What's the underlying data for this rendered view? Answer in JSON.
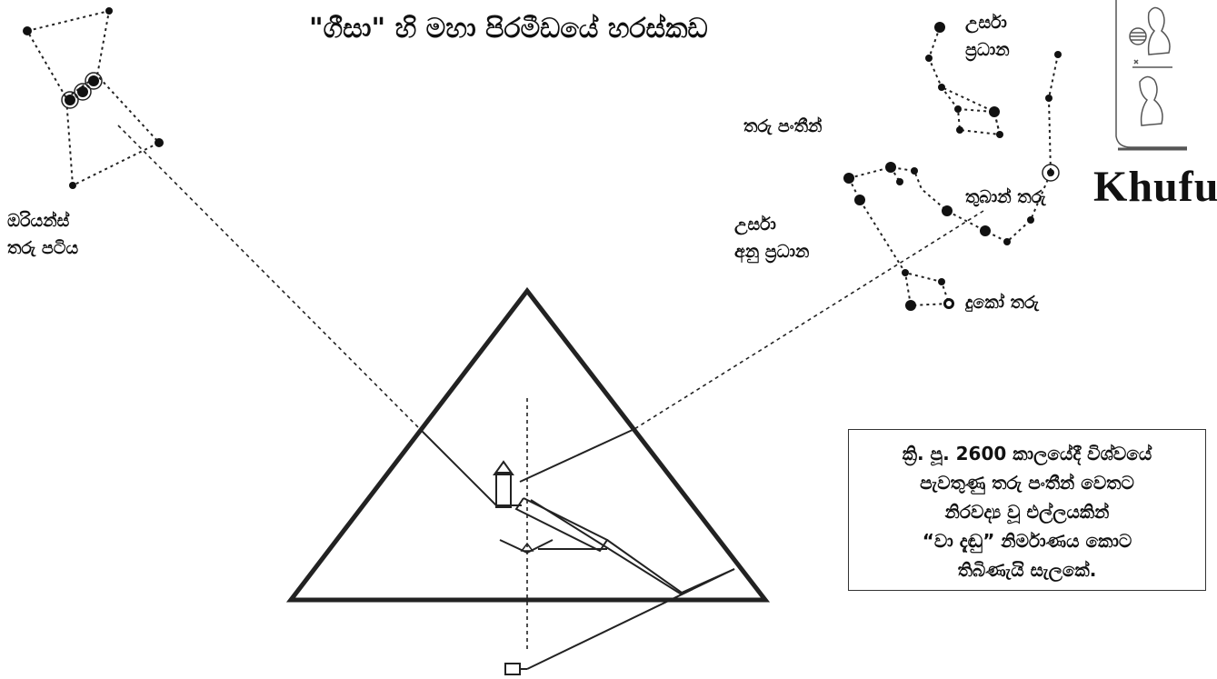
{
  "title": "\"ගීසා\" හි මහා පිරමීඩයේ හරස්කඩ",
  "labels": {
    "orion": [
      "ඔරියන්ස්",
      "තරු පටිය"
    ],
    "ursa_major": [
      "උර්සා",
      "ප්‍රධාන"
    ],
    "star_rows": "තරු පංතීන්",
    "ursa_minor": [
      "උර්සා",
      "අනු ප්‍රධාන"
    ],
    "thuban": "තුබාන් තරු",
    "kochab": "දුකෝ තරු"
  },
  "note": [
    "ක්‍රි. පූ. 2600 කාලයේදී විශ්වයේ",
    "පැවතුණු තරු පංතීන් වෙතට",
    "නිරවද්‍ය වූ එල්ලයකින්",
    "“වා දැඬු” නිර්මාණය කොට",
    "තිබිණැයි සැලකේ."
  ],
  "cartouche_name": "Khufu",
  "colors": {
    "ink": "#111111",
    "background": "#ffffff",
    "hieroglyph": "#555555"
  }
}
